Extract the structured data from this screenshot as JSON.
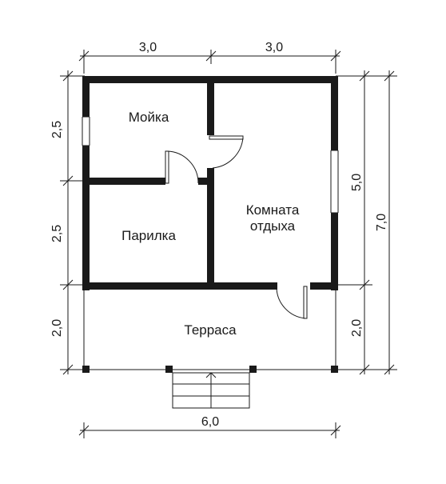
{
  "rooms": {
    "moyka": "Мойка",
    "parilka": "Парилка",
    "komnata_line1": "Комната",
    "komnata_line2": "отдыха",
    "terrasa": "Терраса"
  },
  "dimensions": {
    "top_left": "3,0",
    "top_right": "3,0",
    "bottom": "6,0",
    "left_top": "2,5",
    "left_middle": "2,5",
    "left_bottom": "2,0",
    "right_inner_top": "5,0",
    "right_inner_bottom": "2,0",
    "right_outer": "7,0"
  }
}
